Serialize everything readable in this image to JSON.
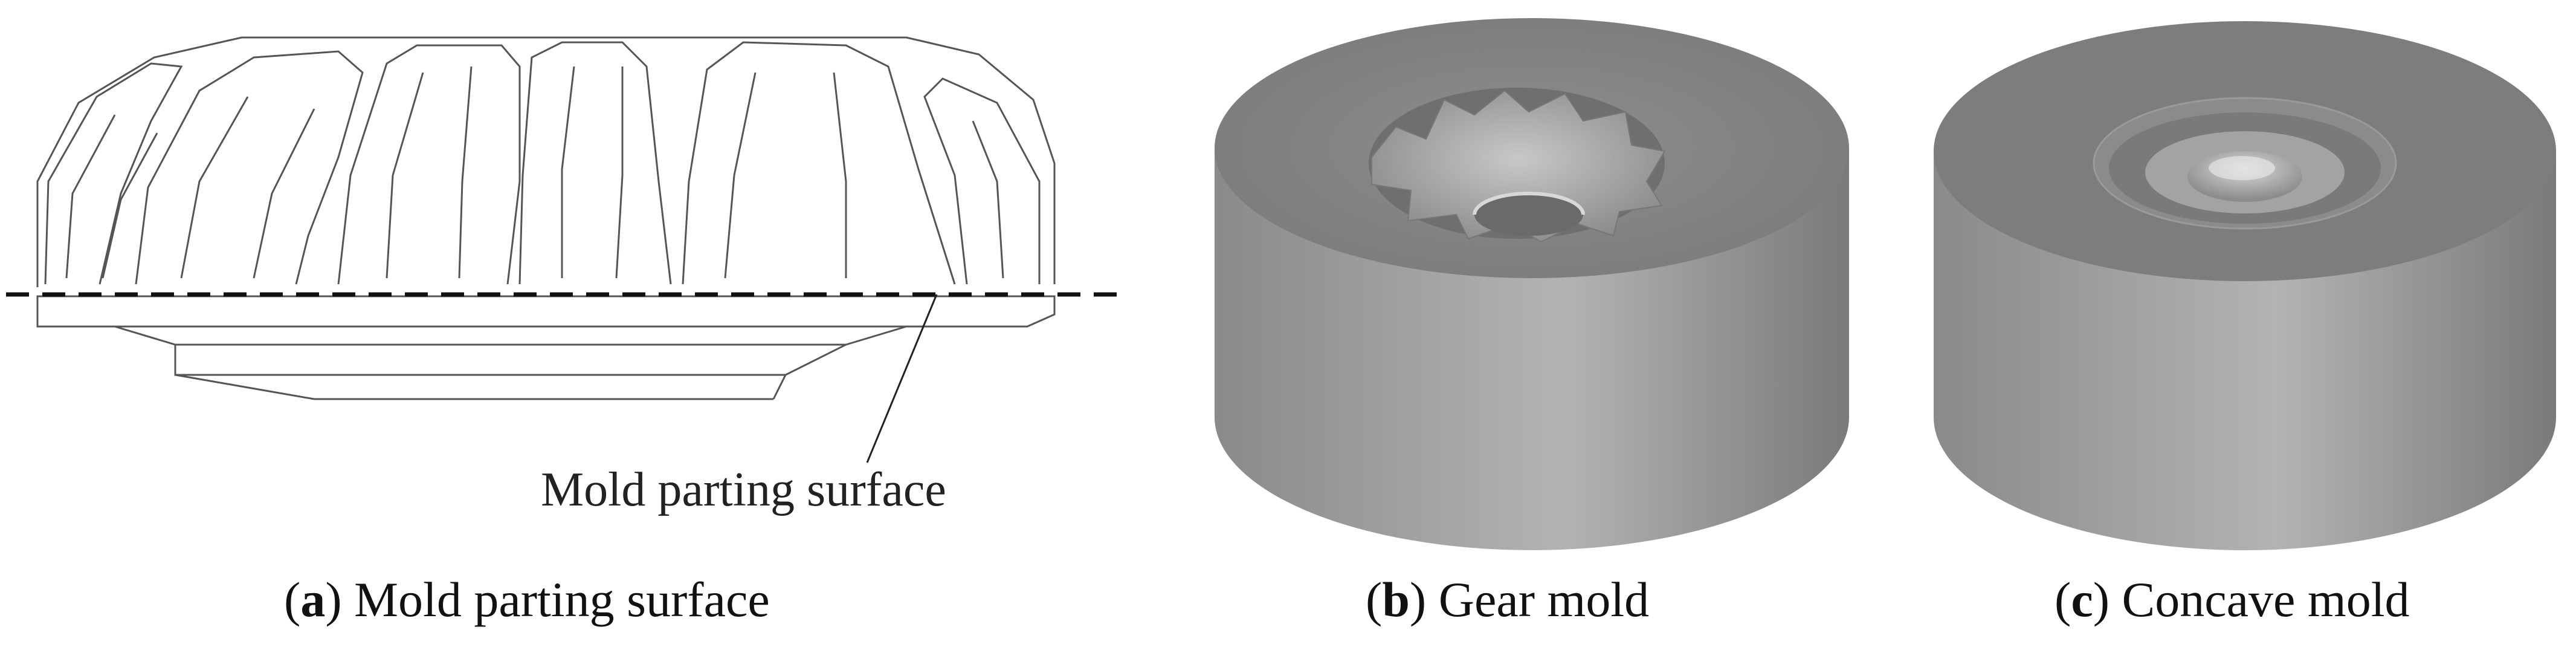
{
  "panels": {
    "a": {
      "letter": "a",
      "caption": "Mold parting surface",
      "callout": "Mold parting surface"
    },
    "b": {
      "letter": "b",
      "caption": "Gear mold"
    },
    "c": {
      "letter": "c",
      "caption": "Concave mold"
    }
  },
  "colors": {
    "line": "#555555",
    "mold_top": "#7f7f7f",
    "mold_side": "#a8a8a8"
  }
}
